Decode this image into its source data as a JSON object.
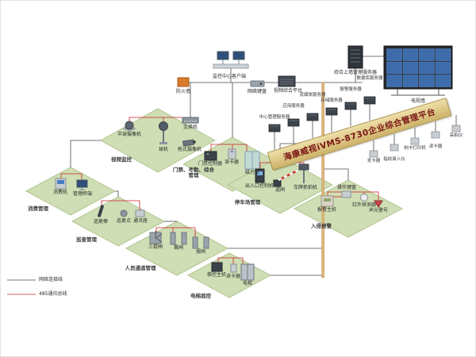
{
  "title": "海康威视iVMS-8730企业综合管理平台",
  "top": {
    "client_label": "监控中心客户端",
    "firewall_label": "防火墙",
    "keyboard_label": "网络键盘",
    "decoder_label": "视频综合平台",
    "wall_server_label": "综合上墙管理服务器",
    "tv_wall_label": "电视墙"
  },
  "server_row": [
    "中心管理服务器",
    "应用服务器",
    "流媒体服务器",
    "存储服务器",
    "报警服务器",
    "数据库服务器"
  ],
  "peripherals": [
    "发卡器",
    "指纹录入仪",
    "制卡打印机",
    "读卡器",
    "高拍仪"
  ],
  "platforms": {
    "video": {
      "label": "视频监控",
      "devices": [
        "半球摄像机",
        "球机",
        "交换机",
        "枪式摄像机"
      ]
    },
    "access": {
      "label": "门禁、考勤、综合管理",
      "devices": [
        "门禁控制器",
        "读卡器",
        "磁力锁"
      ]
    },
    "parking": {
      "label": "停车场管理",
      "devices": [
        "出入口控制机",
        "道闸",
        "车牌抓拍机"
      ]
    },
    "alarm": {
      "label": "入侵报警",
      "devices": [
        "报警主机",
        "操作键盘",
        "红外探测器",
        "声光警号"
      ]
    },
    "consume": {
      "label": "消费管理",
      "devices": [
        "消费机",
        "管理终端"
      ]
    },
    "patrol": {
      "label": "巡查管理",
      "devices": [
        "巡更棒",
        "巡更点",
        "通讯座"
      ]
    },
    "passage": {
      "label": "人员通道管理",
      "devices": [
        "三辊闸",
        "翼闸",
        "摆闸"
      ]
    },
    "elevator": {
      "label": "电梯层控",
      "devices": [
        "梯控主机",
        "读卡器",
        "电梯"
      ]
    }
  },
  "legend": {
    "items": [
      {
        "label": "网络连接线",
        "color": "#4a4a4a"
      },
      {
        "label": "485通讯总线",
        "color": "#cc2222"
      }
    ]
  },
  "colors": {
    "platform_green": "#cfdeb4",
    "banner_tan": "#d6bf7e",
    "bus_tan": "#ddb67c",
    "screen_blue": "#3e6cab",
    "alarm_red": "#cc2222"
  }
}
